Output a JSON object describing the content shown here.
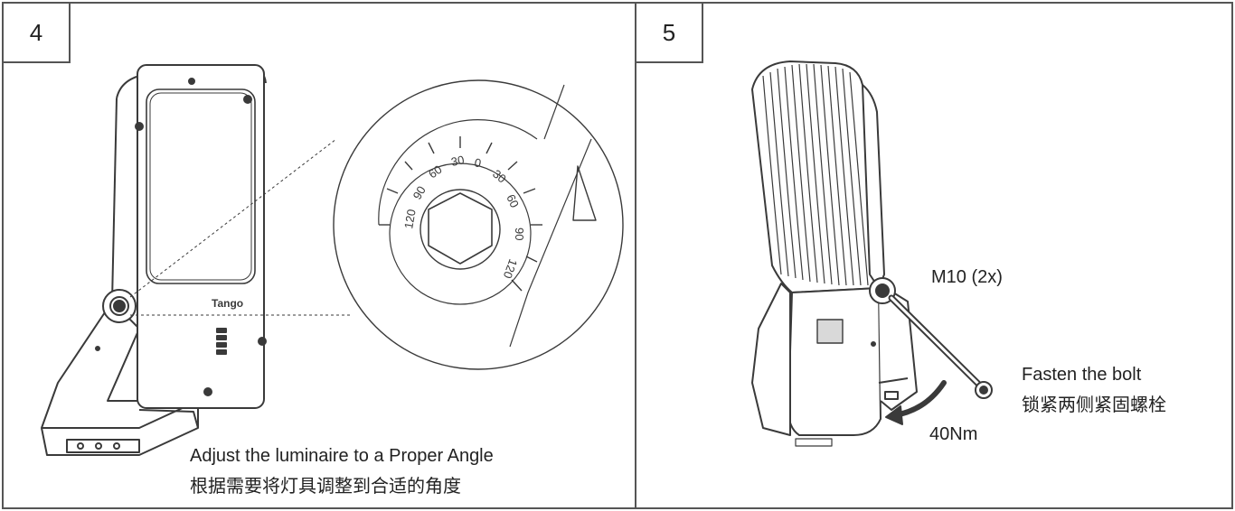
{
  "panels": [
    {
      "step": "4",
      "caption_en": "Adjust the luminaire to a Proper Angle",
      "caption_zh": "根据需要将灯具调整到合适的角度",
      "dial_ticks": [
        "120",
        "90",
        "60",
        "30",
        "0",
        "30",
        "60",
        "90",
        "120"
      ],
      "brand_mark": "Tango"
    },
    {
      "step": "5",
      "bolt_label": "M10 (2x)",
      "instruction_en": "Fasten the bolt",
      "instruction_zh": "锁紧两侧紧固螺栓",
      "torque": "40Nm"
    }
  ],
  "colors": {
    "line": "#3a3a3a",
    "border": "#555555",
    "fill": "#ffffff",
    "shade": "#d9d9d9"
  }
}
